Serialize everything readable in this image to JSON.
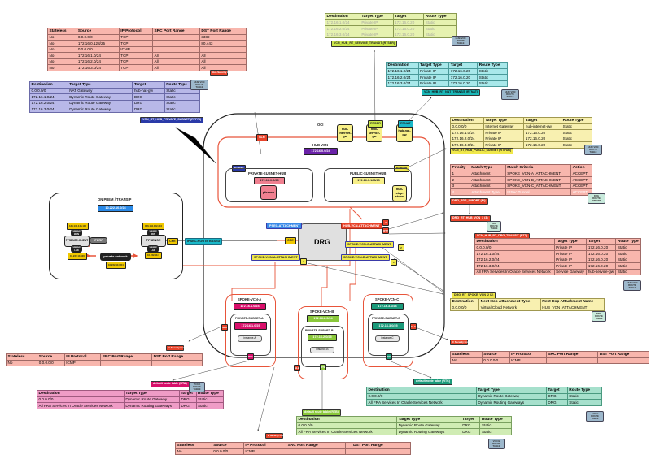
{
  "tables": {
    "hub_security_list": {
      "headers": [
        "Stateless",
        "Source",
        "IP Protocol",
        "SRC Port Range",
        "DST Port Range"
      ],
      "rows": [
        [
          "No",
          "0.0.0.0/0",
          "TCP",
          "",
          "3389"
        ],
        [
          "No",
          "172.16.0.128/25",
          "TCP",
          "",
          "80,443"
        ],
        [
          "No",
          "0.0.0.0/0",
          "ICMP",
          "",
          ""
        ],
        [
          "No",
          "172.16.1.0/24",
          "TCP",
          "All",
          "All"
        ],
        [
          "No",
          "172.16.2.0/24",
          "TCP",
          "All",
          "All"
        ],
        [
          "No",
          "172.16.3.0/24",
          "TCP",
          "All",
          "All"
        ]
      ]
    },
    "hub_private_rt": {
      "headers": [
        "Destination",
        "Target Type",
        "Target",
        "Route Type"
      ],
      "rows": [
        [
          "0.0.0.0/0",
          "NAT Gateway",
          "hub-nat-gw",
          "Static"
        ],
        [
          "172.16.1.0/24",
          "Dynamic Route Gateway",
          "DRG",
          "Static"
        ],
        [
          "172.16.2.0/24",
          "Dynamic Route Gateway",
          "DRG",
          "Static"
        ],
        [
          "172.16.3.0/24",
          "Dynamic Route Gateway",
          "DRG",
          "Static"
        ]
      ]
    },
    "service_transit_rt": {
      "headers": [
        "Destination",
        "Target Type",
        "Target",
        "Route Type"
      ],
      "rows": [
        [
          "172.16.1.0/24",
          "Private IP",
          "172.16.0.20",
          "Static"
        ],
        [
          "172.16.2.0/24",
          "Private IP",
          "172.16.0.20",
          "Static"
        ],
        [
          "172.16.3.0/24",
          "Private IP",
          "172.16.0.20",
          "Static"
        ]
      ]
    },
    "nat_transit_rt": {
      "headers": [
        "Destination",
        "Target Type",
        "Target",
        "Route Type"
      ],
      "rows": [
        [
          "172.16.1.0/24",
          "Private IP",
          "172.16.0.20",
          "Static"
        ],
        [
          "172.16.2.0/24",
          "Private IP",
          "172.16.0.20",
          "Static"
        ],
        [
          "172.16.3.0/24",
          "Private IP",
          "172.16.0.20",
          "Static"
        ]
      ]
    },
    "hub_public_rt": {
      "headers": [
        "Destination",
        "Target Type",
        "Target",
        "Route Type"
      ],
      "rows": [
        [
          "0.0.0.0/0",
          "Internet Gateway",
          "hub-internet-gw",
          "Static"
        ],
        [
          "172.16.1.0/24",
          "Private IP",
          "172.16.0.20",
          "Static"
        ],
        [
          "172.16.2.0/24",
          "Private IP",
          "172.16.0.20",
          "Static"
        ],
        [
          "172.16.3.0/24",
          "Private IP",
          "172.16.0.20",
          "Static"
        ]
      ]
    },
    "drg_import": {
      "headers": [
        "Priority",
        "Match Type",
        "Match Criteria",
        "Action"
      ],
      "rows": [
        [
          "1",
          "Attachment",
          "SPOKE_VCN-A_ATTACHMENT",
          "ACCEPT"
        ],
        [
          "2",
          "Attachment",
          "SPOKE_VCN-B_ATTACHMENT",
          "ACCEPT"
        ],
        [
          "3",
          "Attachment",
          "SPOKE_VCN-C_ATTACHMENT",
          "ACCEPT"
        ],
        [
          "4",
          "Attachment Type",
          "IPSec Tunnel",
          "ACCEPT"
        ]
      ]
    },
    "drg_transit_rt": {
      "headers": [
        "Destination",
        "Target Type",
        "Target",
        "Route Type"
      ],
      "rows": [
        [
          "0.0.0.0/0",
          "Private IP",
          "172.16.0.20",
          "Static"
        ],
        [
          "172.16.1.0/24",
          "Private IP",
          "172.16.0.20",
          "Static"
        ],
        [
          "172.16.2.0/24",
          "Private IP",
          "172.16.0.20",
          "Static"
        ],
        [
          "172.16.3.0/24",
          "Private IP",
          "172.16.0.20",
          "Static"
        ],
        [
          "All FRA Services In Oracle Services Network",
          "Service Gateway",
          "hub-service-gw",
          "Static"
        ]
      ]
    },
    "drg_spoke_rt": {
      "headers": [
        "Destination",
        "Next Hop Attachment Type",
        "Next Hop Attachment Name"
      ],
      "rows": [
        [
          "0.0.0.0/0",
          "Virtual Cloud Network",
          "HUB_VCN_ATTACHMENT"
        ]
      ]
    },
    "sl_a": {
      "headers": [
        "Stateless",
        "Source",
        "IP Protocol",
        "SRC Port Range",
        "DST Port Range"
      ],
      "rows": [
        [
          "No",
          "0.0.0.0/0",
          "ICMP",
          "",
          ""
        ]
      ]
    },
    "sl_c": {
      "headers": [
        "Stateless",
        "Source",
        "IP Protocol",
        "SRC Port Range",
        "DST Port Range"
      ],
      "rows": [
        [
          "No",
          "0.0.0.0/0",
          "ICMP",
          "",
          ""
        ]
      ]
    },
    "sl_b": {
      "headers": [
        "Stateless",
        "Source",
        "IP Protocol",
        "SRC Port Range",
        "",
        "DST Port Range"
      ],
      "rows": [
        [
          "No",
          "0.0.0.0/0",
          "ICMP",
          "",
          "",
          ""
        ]
      ]
    },
    "rt_a": {
      "headers": [
        "Destination",
        "Target Type",
        "Target",
        "Route Type"
      ],
      "rows": [
        [
          "0.0.0.0/0",
          "Dynamic Route Gateway",
          "DRG",
          "Static"
        ],
        [
          "All FRA Services In Oracle Services Network",
          "Dynamic Routing Gateways",
          "DRG",
          "Static"
        ]
      ]
    },
    "rt_c": {
      "headers": [
        "Destination",
        "Target Type",
        "Target",
        "Route Type"
      ],
      "rows": [
        [
          "0.0.0.0/0",
          "Dynamic Route Gateway",
          "DRG",
          "Static"
        ],
        [
          "All FRA Services In Oracle Services Network",
          "Dynamic Routing Gateways",
          "DRG",
          "Static"
        ]
      ]
    },
    "rt_b": {
      "headers": [
        "Destination",
        "Target Type",
        "Target",
        "Route Type"
      ],
      "rows": [
        [
          "0.0.0.0/0",
          "Dynamic Route Gateway",
          "DRG",
          "Static"
        ],
        [
          "All FRA Services In Oracle Services Network",
          "Dynamic Routing Gateways",
          "DRG",
          "Static"
        ]
      ]
    }
  },
  "labels": {
    "hub_sl": "Hub Security List (SLH)",
    "hub_private_rt": "VCN_RT_HUB_PRIVATE_SUBNET (RTPRI)",
    "service_transit": "VCN_HUB_RT_SERVICE_TRANSIT (RTSER)",
    "nat_transit": "VCN_HUB_RT_NAT_TRANSIT (RTNAT)",
    "hub_public_rt": "VCN_RT_HUB_PUBLIC_SUBNET (RTPUB)",
    "drg_import": "DRG_RDS_IMPORT (RI)",
    "drg_hub_rt": "DRG_RT_HUB_VCN_3 (3)",
    "drg_transit": "VCN_HUB_RT_DRG_TRANSIT (RTT)",
    "drg_spoke_rt": "DRG_RT_SPOKE_VCN_2 (2)",
    "sl_a": "A Security List (SLA)",
    "sl_c": "C Security List (SLC)",
    "sl_b": "B Security List (SLB)",
    "rt_a": "default route table (RTA)",
    "rt_c": "default route table (RTC)",
    "rt_b": "default route table (RTB)",
    "hub_vcn_rt": "HUB VCN ROUTE TABLE",
    "drg_rt": "DRG ROUTE TABLE",
    "drg_import_tag": "DRG ROUTE IMPORT",
    "vcn_a_rt": "VCN A ROUTE TABLE",
    "vcn_b_rt": "VCN B ROUTE TABLE",
    "vcn_c_rt": "VCN C ROUTE TABLE"
  },
  "diagram": {
    "oci": "OCI",
    "hub_vcn": "HUB VCN",
    "hub_cidr": "172.16.0.0/24",
    "private_subnet_hub": "PRIVATE-SUBNET-HUB",
    "private_subnet_hub_cidr": "172.16.0.0/25",
    "public_subnet_hub": "PUBLIC-SUBNET-HUB",
    "public_subnet_hub_cidr": "172.16.0.128/25",
    "pfsense_node": "pfsense",
    "stepstone": "hub-step-stone",
    "internet_gw": "hub-internet-gw",
    "service_gw": "hub-service-gw",
    "nat_gw": "hub-nat-gw",
    "tag_slh": "SLH",
    "tag_rtpri": "RTPRI",
    "tag_rtser": "RTSER",
    "tag_rtnat": "RTNAT",
    "tag_rtpub": "RTPUB",
    "drg": "DRG",
    "ipsec_attach": "IPSEC-ATTACHMENT",
    "hub_vcn_attach": "HUB-VCN-ATTACHMENT",
    "spoke_c_attach": "SPOKE-VCN-C-ATTACHMENT",
    "spoke_a_attach": "SPOKE-VCN-A-ATTACHMENT",
    "spoke_b_attach": "SPOKE-VCN-B-ATTACHMENT",
    "cpe": "CPE",
    "num_3": "3",
    "num_rtt": "RTT",
    "num_2": "2",
    "onprem_title": "ON PREM / TRANSIP",
    "onprem_cidr": "10.222.10.0/24",
    "pfsense_client": "PFSENSE-CLIENT",
    "pfsense": "PFSENSE",
    "iperf": "IPERF",
    "ip_client_pub": "136.144.146.100",
    "ip_pfsense_pub": "136.144.152.210",
    "ip_client_lan": "10.222.10.100",
    "ip_pfsense_lan": "10.222.10.1",
    "private_network": "private network",
    "private_network_cidr": "10.222.10.0/24",
    "vmxnet_wan": "vmxnet WAN",
    "vmxnet_lan": "vmxnet LAN",
    "ipsec_route": "IPSEC-ROUTE BASED",
    "spoke_a": "SPOKE-VCN-A",
    "spoke_a_cidr": "172.16.1.0/24",
    "subnet_a": "PRIVATE-SUBNET-A",
    "subnet_a_cidr": "172.16.1.0/25",
    "instance_a": "instance-A",
    "spoke_b": "SPOKE-VCN-B",
    "spoke_b_cidr": "172.16.2.0/24",
    "subnet_b": "PRIVATE-SUBNET-B",
    "subnet_b_cidr": "172.16.2.0/25",
    "instance_b": "instance-B",
    "spoke_c": "SPOKE-VCN-C",
    "spoke_c_cidr": "172.16.3.0/24",
    "subnet_c": "PRIVATE-SUBNET-C",
    "subnet_c_cidr": "172.16.3.0/25",
    "instance_c": "instance-C",
    "tag_sla": "SLA",
    "tag_slb": "SLB",
    "tag_slc": "SLC",
    "tag_rta": "RTA",
    "tag_rtb": "RTB",
    "tag_rtc": "RTC"
  }
}
